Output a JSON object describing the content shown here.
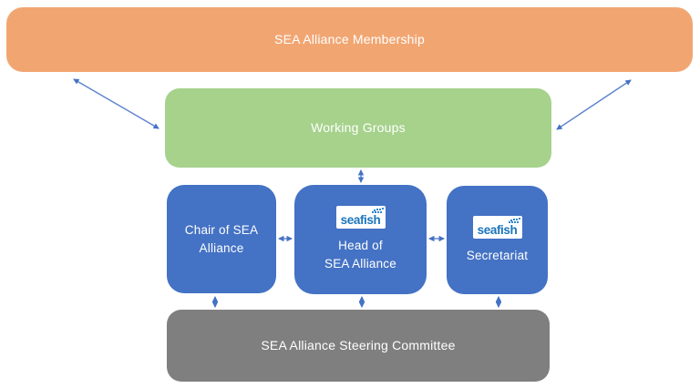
{
  "membership": {
    "label": "SEA Alliance Membership"
  },
  "working_groups": {
    "label": "Working Groups"
  },
  "chair": {
    "lines": [
      "Chair of SEA",
      "Alliance"
    ]
  },
  "head": {
    "logo_text": "seafish",
    "lines": [
      "Head of",
      "SEA Alliance"
    ]
  },
  "secretariat": {
    "logo_text": "seafish",
    "label": "Secretariat"
  },
  "steering_committee": {
    "label": "SEA Alliance Steering Committee"
  },
  "colors": {
    "membership_fill": "#F1A672",
    "working_groups_fill": "#A6D28C",
    "role_fill": "#4472C4",
    "steering_fill": "#7F7F7F",
    "arrow_stroke": "#4472C4",
    "seafish_logo_blue": "#1B75BC",
    "label_text": "#FFFFFF"
  }
}
